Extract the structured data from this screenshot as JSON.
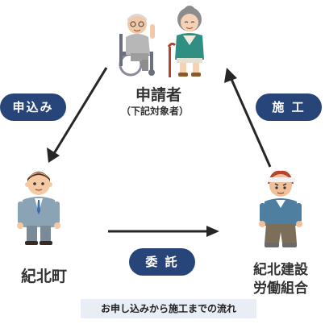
{
  "nodes": {
    "applicant": {
      "label": "申請者",
      "sublabel": "（下記対象者）"
    },
    "town": {
      "label": "紀北町"
    },
    "union": {
      "label_line1": "紀北建設",
      "label_line2": "労働組合"
    }
  },
  "edges": {
    "apply": "申込み",
    "construction": "施 工",
    "commission": "委 託"
  },
  "caption": "お申し込みから施工までの流れ",
  "colors": {
    "pill": "#28457a",
    "arrow": "#262626",
    "caption_bg": "#e8edf6"
  }
}
